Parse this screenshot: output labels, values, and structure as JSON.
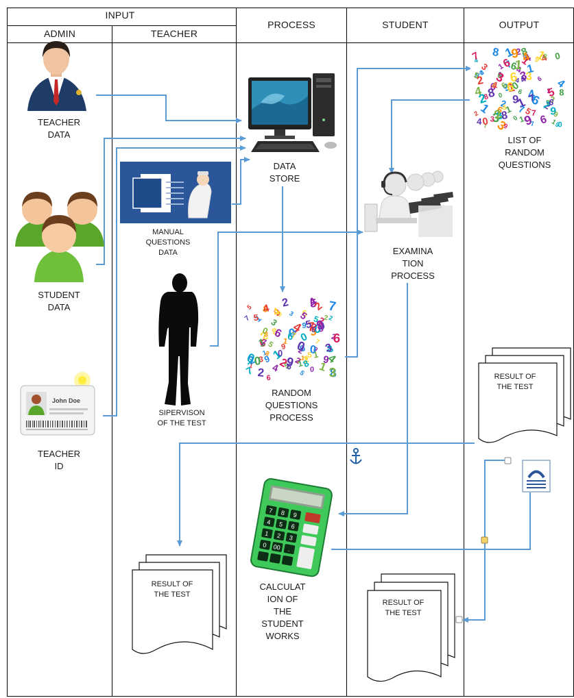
{
  "header": {
    "input": "INPUT",
    "admin": "ADMIN",
    "teacher": "TEACHER",
    "process": "PROCESS",
    "student": "STUDENT",
    "output": "OUTPUT"
  },
  "nodes": {
    "teacher_data": "TEACHER\nDATA",
    "student_data": "STUDENT\nDATA",
    "teacher_id": "TEACHER\nID",
    "id_card_name": "John Doe",
    "manual_questions": "MANUAL\nQUESTIONS\nDATA",
    "supervision": "SIPERVISON\nOF THE TEST",
    "data_store": "DATA\nSTORE",
    "random_questions_process": "RANDOM\nQUESTIONS\nPROCESS",
    "calculation": "CALCULAT\nION OF\nTHE\nSTUDENT\nWORKS",
    "examination": "EXAMINA\nTION\nPROCESS",
    "list_random_questions": "LIST OF\nRANDOM\nQUESTIONS",
    "result_output": "RESULT OF\nTHE TEST",
    "result_teacher": "RESULT OF\nTHE TEST",
    "result_student": "RESULT OF\nTHE TEST"
  },
  "colors": {
    "arrow": "#5b9bd5",
    "grid": "#000000",
    "word_blue": "#2b579a",
    "calculator_green": "#3ec95a",
    "person_green": "#6fbf3a"
  },
  "icons": [
    "admin-person-icon",
    "student-group-icon",
    "id-card-icon",
    "word-document-icon",
    "supervisor-silhouette-icon",
    "computer-icon",
    "number-collage-icon",
    "calculator-icon",
    "call-center-icon",
    "anchor-icon",
    "layout-options-icon"
  ]
}
